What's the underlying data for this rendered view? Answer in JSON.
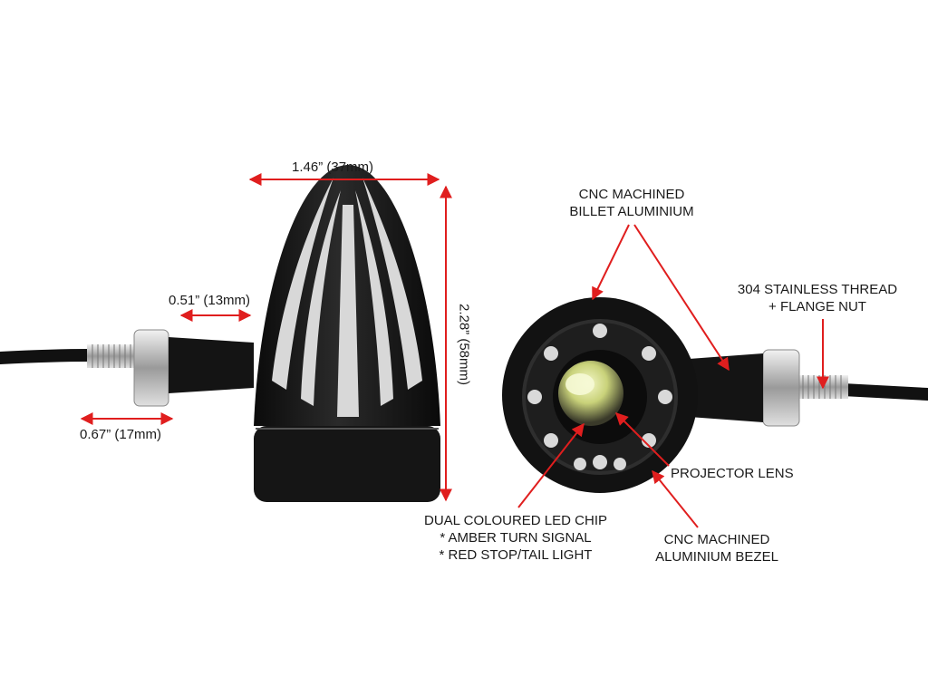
{
  "dimensions": {
    "width": "1.46” (37mm)",
    "height": "2.28” (58mm)",
    "thread_length": "0.51” (13mm)",
    "nut_width": "0.67” (17mm)"
  },
  "callouts": {
    "billet_line1": "CNC MACHINED",
    "billet_line2": "BILLET ALUMINIUM",
    "thread_line1": "304 STAINLESS THREAD",
    "thread_line2": "+ FLANGE NUT",
    "lens": "PROJECTOR LENS",
    "bezel_line1": "CNC MACHINED",
    "bezel_line2": "ALUMINIUM BEZEL",
    "led_line1": "DUAL COLOURED LED CHIP",
    "led_line2": "* AMBER TURN SIGNAL",
    "led_line3": "* RED STOP/TAIL LIGHT"
  },
  "colors": {
    "arrow": "#e01e1e",
    "body": "#151515",
    "chrome": "#c9c9c9",
    "led": "#e8f0a0"
  }
}
